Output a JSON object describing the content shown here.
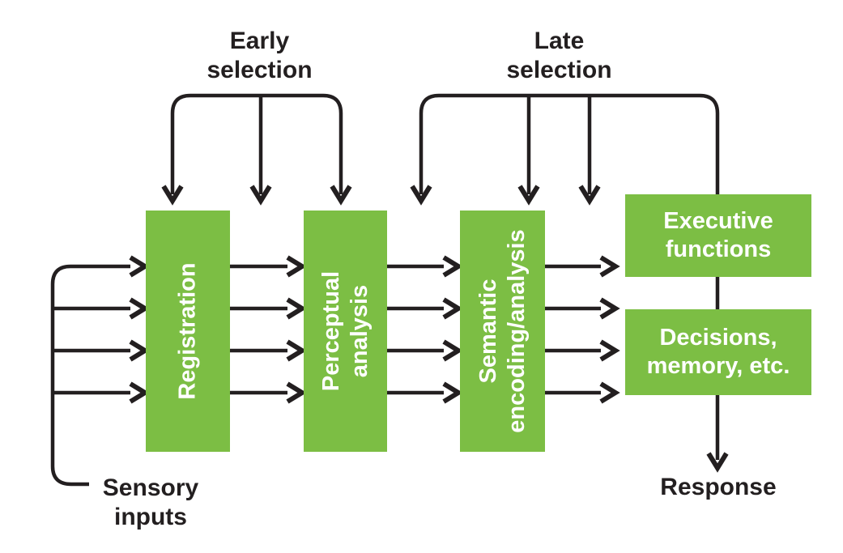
{
  "colors": {
    "box_green": "#7CBE44",
    "line_black": "#231F20",
    "box_text_white": "#FFFFFF",
    "background": "#FFFFFF"
  },
  "labels": {
    "early_selection": {
      "line1": "Early",
      "line2": "selection"
    },
    "late_selection": {
      "line1": "Late",
      "line2": "selection"
    },
    "sensory_inputs": {
      "line1": "Sensory",
      "line2": "inputs"
    },
    "response": "Response"
  },
  "boxes": {
    "registration": {
      "label": "Registration"
    },
    "perceptual": {
      "line1": "Perceptual",
      "line2": "analysis"
    },
    "semantic": {
      "line1": "Semantic",
      "line2": "encoding/analysis"
    },
    "executive": {
      "line1": "Executive",
      "line2": "functions"
    },
    "decisions": {
      "line1": "Decisions,",
      "line2": "memory, etc."
    }
  }
}
